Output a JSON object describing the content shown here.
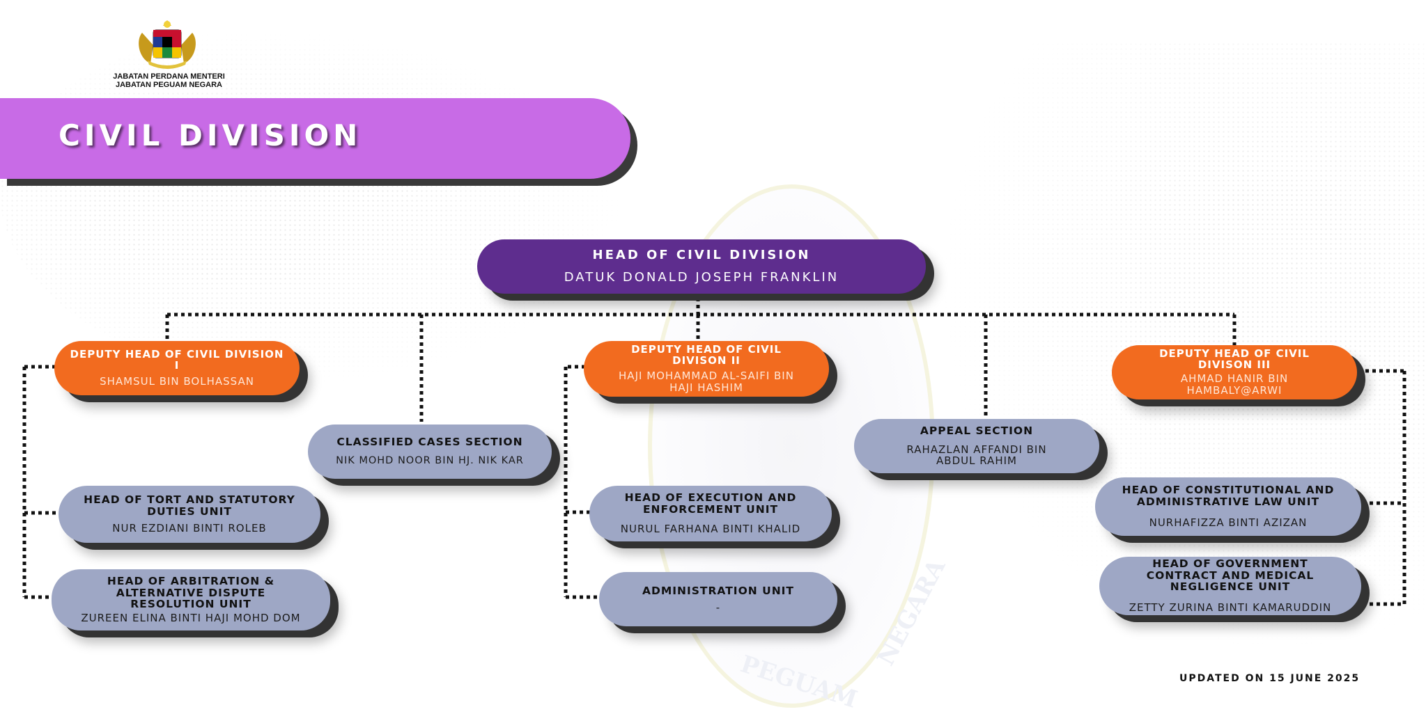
{
  "header": {
    "org_line_1": "JABATAN PERDANA MENTERI",
    "org_line_2": "JABATAN PEGUAM NEGARA",
    "title": "CIVIL DIVISION"
  },
  "watermark": {
    "text_left": "PEGUAM",
    "text_right": "NEGARA"
  },
  "head": {
    "title": "HEAD OF CIVIL DIVISION",
    "name": "DATUK DONALD JOSEPH FRANKLIN"
  },
  "deputies": [
    {
      "title": "DEPUTY HEAD OF CIVIL DIVISION I",
      "name": "SHAMSUL BIN BOLHASSAN"
    },
    {
      "title": "DEPUTY HEAD OF CIVIL DIVISON  II",
      "name": "HAJI MOHAMMAD AL-SAIFI BIN HAJI HASHIM"
    },
    {
      "title": "DEPUTY HEAD OF CIVIL DIVISON III",
      "name": "AHMAD HANIR BIN HAMBALY@ARWI"
    }
  ],
  "sections": [
    {
      "title": "CLASSIFIED CASES SECTION",
      "name": "NIK MOHD NOOR BIN HJ. NIK KAR"
    },
    {
      "title": "APPEAL SECTION",
      "name": "RAHAZLAN AFFANDI BIN ABDUL RAHIM"
    }
  ],
  "units": [
    {
      "title": "HEAD OF TORT AND STATUTORY DUTIES UNIT",
      "name": "NUR EZDIANI BINTI ROLEB"
    },
    {
      "title": "HEAD OF ARBITRATION & ALTERNATIVE DISPUTE RESOLUTION UNIT",
      "name": "ZUREEN ELINA BINTI HAJI MOHD DOM"
    },
    {
      "title": "HEAD OF EXECUTION AND ENFORCEMENT UNIT",
      "name": "NURUL FARHANA BINTI KHALID"
    },
    {
      "title": "ADMINISTRATION UNIT",
      "name": "-"
    },
    {
      "title": "HEAD OF CONSTITUTIONAL AND ADMINISTRATIVE LAW UNIT",
      "name": "NURHAFIZZA BINTI AZIZAN"
    },
    {
      "title": "HEAD OF GOVERNMENT CONTRACT AND MEDICAL NEGLIGENCE UNIT",
      "name": "ZETTY ZURINA BINTI KAMARUDDIN"
    }
  ],
  "footer": {
    "updated": "UPDATED ON 15 JUNE 2025"
  },
  "colors": {
    "title_bar": "#c86be6",
    "head": "#5e2d8e",
    "deputy": "#f26b1f",
    "unit": "#9ea7c5",
    "shadow": "#333333"
  }
}
